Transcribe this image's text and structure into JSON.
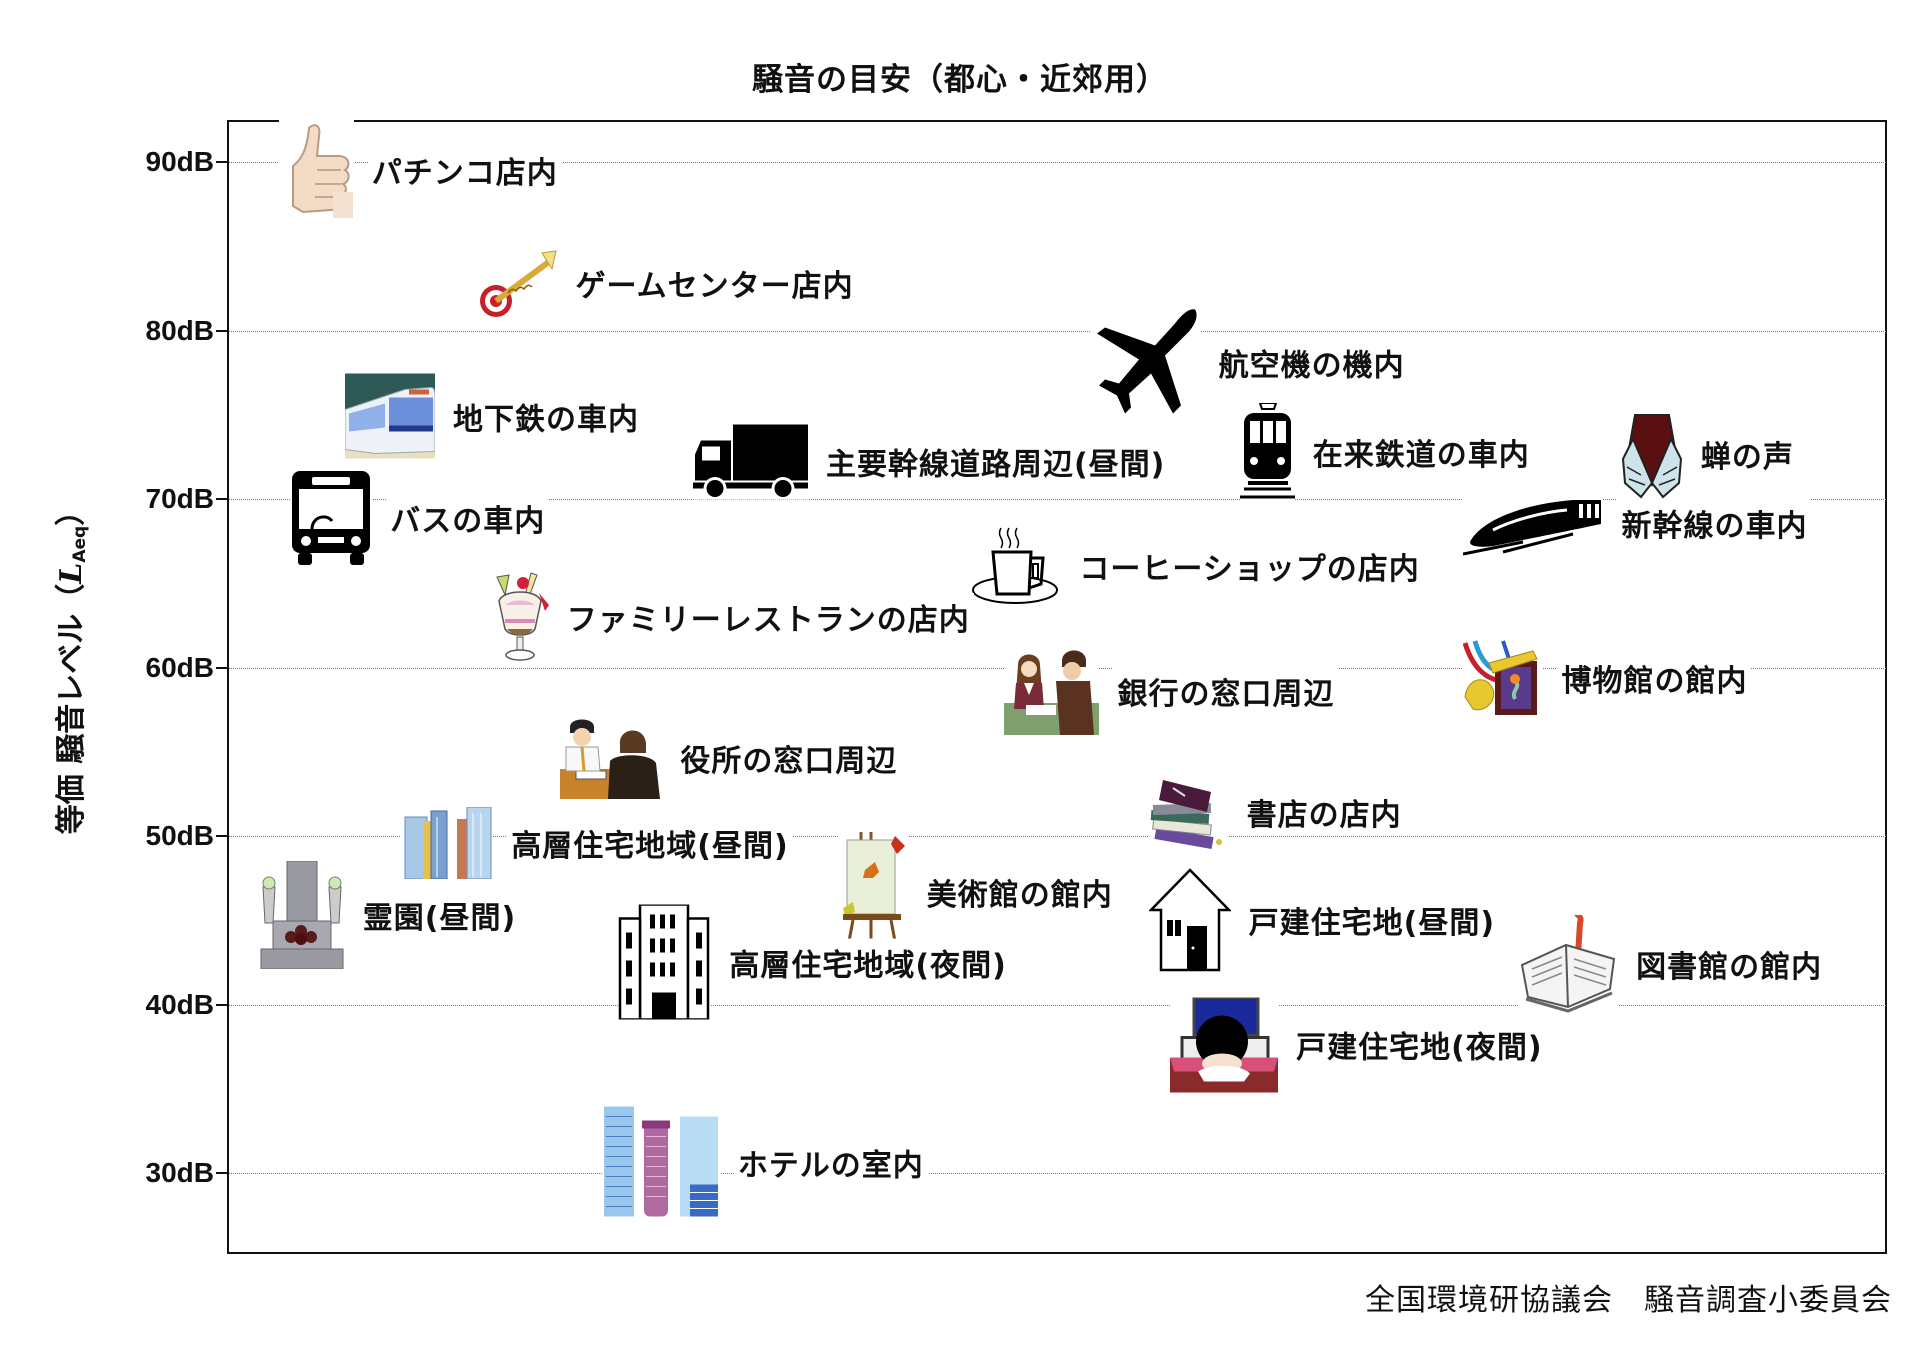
{
  "chart_data": {
    "type": "scatter",
    "title": "騒音の目安（都心・近郊用）",
    "xlabel": "",
    "ylabel": "等価 騒音レベル（L_Aeq）",
    "ylabel_parts": {
      "main": "等価 騒音レベル（",
      "symbol": "L",
      "subscript": "Aeq",
      "close": "）"
    },
    "y_unit": "dB",
    "ylim": [
      25,
      92.5
    ],
    "y_ticks": [
      {
        "value": 90,
        "label": "90dB"
      },
      {
        "value": 80,
        "label": "80dB"
      },
      {
        "value": 70,
        "label": "70dB"
      },
      {
        "value": 60,
        "label": "60dB"
      },
      {
        "value": 50,
        "label": "50dB"
      },
      {
        "value": 40,
        "label": "40dB"
      },
      {
        "value": 30,
        "label": "30dB"
      }
    ],
    "grid": "horizontal-dotted",
    "legend": "none",
    "x_is_categorical_layout": true,
    "points": [
      {
        "label": "パチンコ店内",
        "db": 89.5,
        "x_frac": 0.03,
        "icon": "thumbs-up-icon"
      },
      {
        "label": "ゲームセンター店内",
        "db": 82.8,
        "x_frac": 0.15,
        "icon": "dart-target-icon"
      },
      {
        "label": "航空機の機内",
        "db": 78.1,
        "x_frac": 0.52,
        "icon": "airplane-icon"
      },
      {
        "label": "地下鉄の車内",
        "db": 74.9,
        "x_frac": 0.07,
        "icon": "subway-train-icon"
      },
      {
        "label": "主要幹線道路周辺(昼間)",
        "db": 72.2,
        "x_frac": 0.28,
        "icon": "truck-icon"
      },
      {
        "label": "在来鉄道の車内",
        "db": 72.8,
        "x_frac": 0.61,
        "icon": "tram-icon"
      },
      {
        "label": "蝉の声",
        "db": 72.7,
        "x_frac": 0.84,
        "icon": "cicada-icon"
      },
      {
        "label": "新幹線の車内",
        "db": 68.6,
        "x_frac": 0.745,
        "icon": "shinkansen-icon"
      },
      {
        "label": "バスの車内",
        "db": 68.9,
        "x_frac": 0.037,
        "icon": "bus-icon"
      },
      {
        "label": "コーヒーショップの店内",
        "db": 66.0,
        "x_frac": 0.448,
        "icon": "coffee-cup-icon"
      },
      {
        "label": "ファミリーレストランの店内",
        "db": 63.0,
        "x_frac": 0.158,
        "icon": "parfait-icon"
      },
      {
        "label": "銀行の窓口周辺",
        "db": 58.6,
        "x_frac": 0.468,
        "icon": "bank-counter-icon"
      },
      {
        "label": "博物館の館内",
        "db": 59.4,
        "x_frac": 0.745,
        "icon": "museum-exhibit-icon"
      },
      {
        "label": "役所の窓口周辺",
        "db": 54.6,
        "x_frac": 0.2,
        "icon": "office-counter-icon"
      },
      {
        "label": "書店の店内",
        "db": 51.4,
        "x_frac": 0.555,
        "icon": "book-stack-icon"
      },
      {
        "label": "高層住宅地域(昼間)",
        "db": 49.6,
        "x_frac": 0.104,
        "icon": "highrise-day-icon"
      },
      {
        "label": "霊園(昼間)",
        "db": 45.3,
        "x_frac": 0.018,
        "icon": "grave-icon"
      },
      {
        "label": "美術館の館内",
        "db": 46.7,
        "x_frac": 0.368,
        "icon": "easel-icon"
      },
      {
        "label": "戸建住宅地(昼間)",
        "db": 45.0,
        "x_frac": 0.555,
        "icon": "house-icon"
      },
      {
        "label": "図書館の館内",
        "db": 42.4,
        "x_frac": 0.778,
        "icon": "open-book-icon"
      },
      {
        "label": "高層住宅地域(夜間)",
        "db": 42.5,
        "x_frac": 0.235,
        "icon": "apartment-building-icon"
      },
      {
        "label": "戸建住宅地(夜間)",
        "db": 37.6,
        "x_frac": 0.568,
        "icon": "sleeping-person-icon"
      },
      {
        "label": "ホテルの室内",
        "db": 30.6,
        "x_frac": 0.225,
        "icon": "hotel-towers-icon"
      }
    ]
  },
  "credit": "全国環境研協議会　騒音調査小委員会",
  "colors": {
    "axis": "#111111",
    "grid": "#777777",
    "cicada_body": "#5a1010",
    "cicada_wing": "#cfe3ea",
    "subway_bg": "#2e5a56",
    "bank_desk": "#7f9f6f"
  }
}
